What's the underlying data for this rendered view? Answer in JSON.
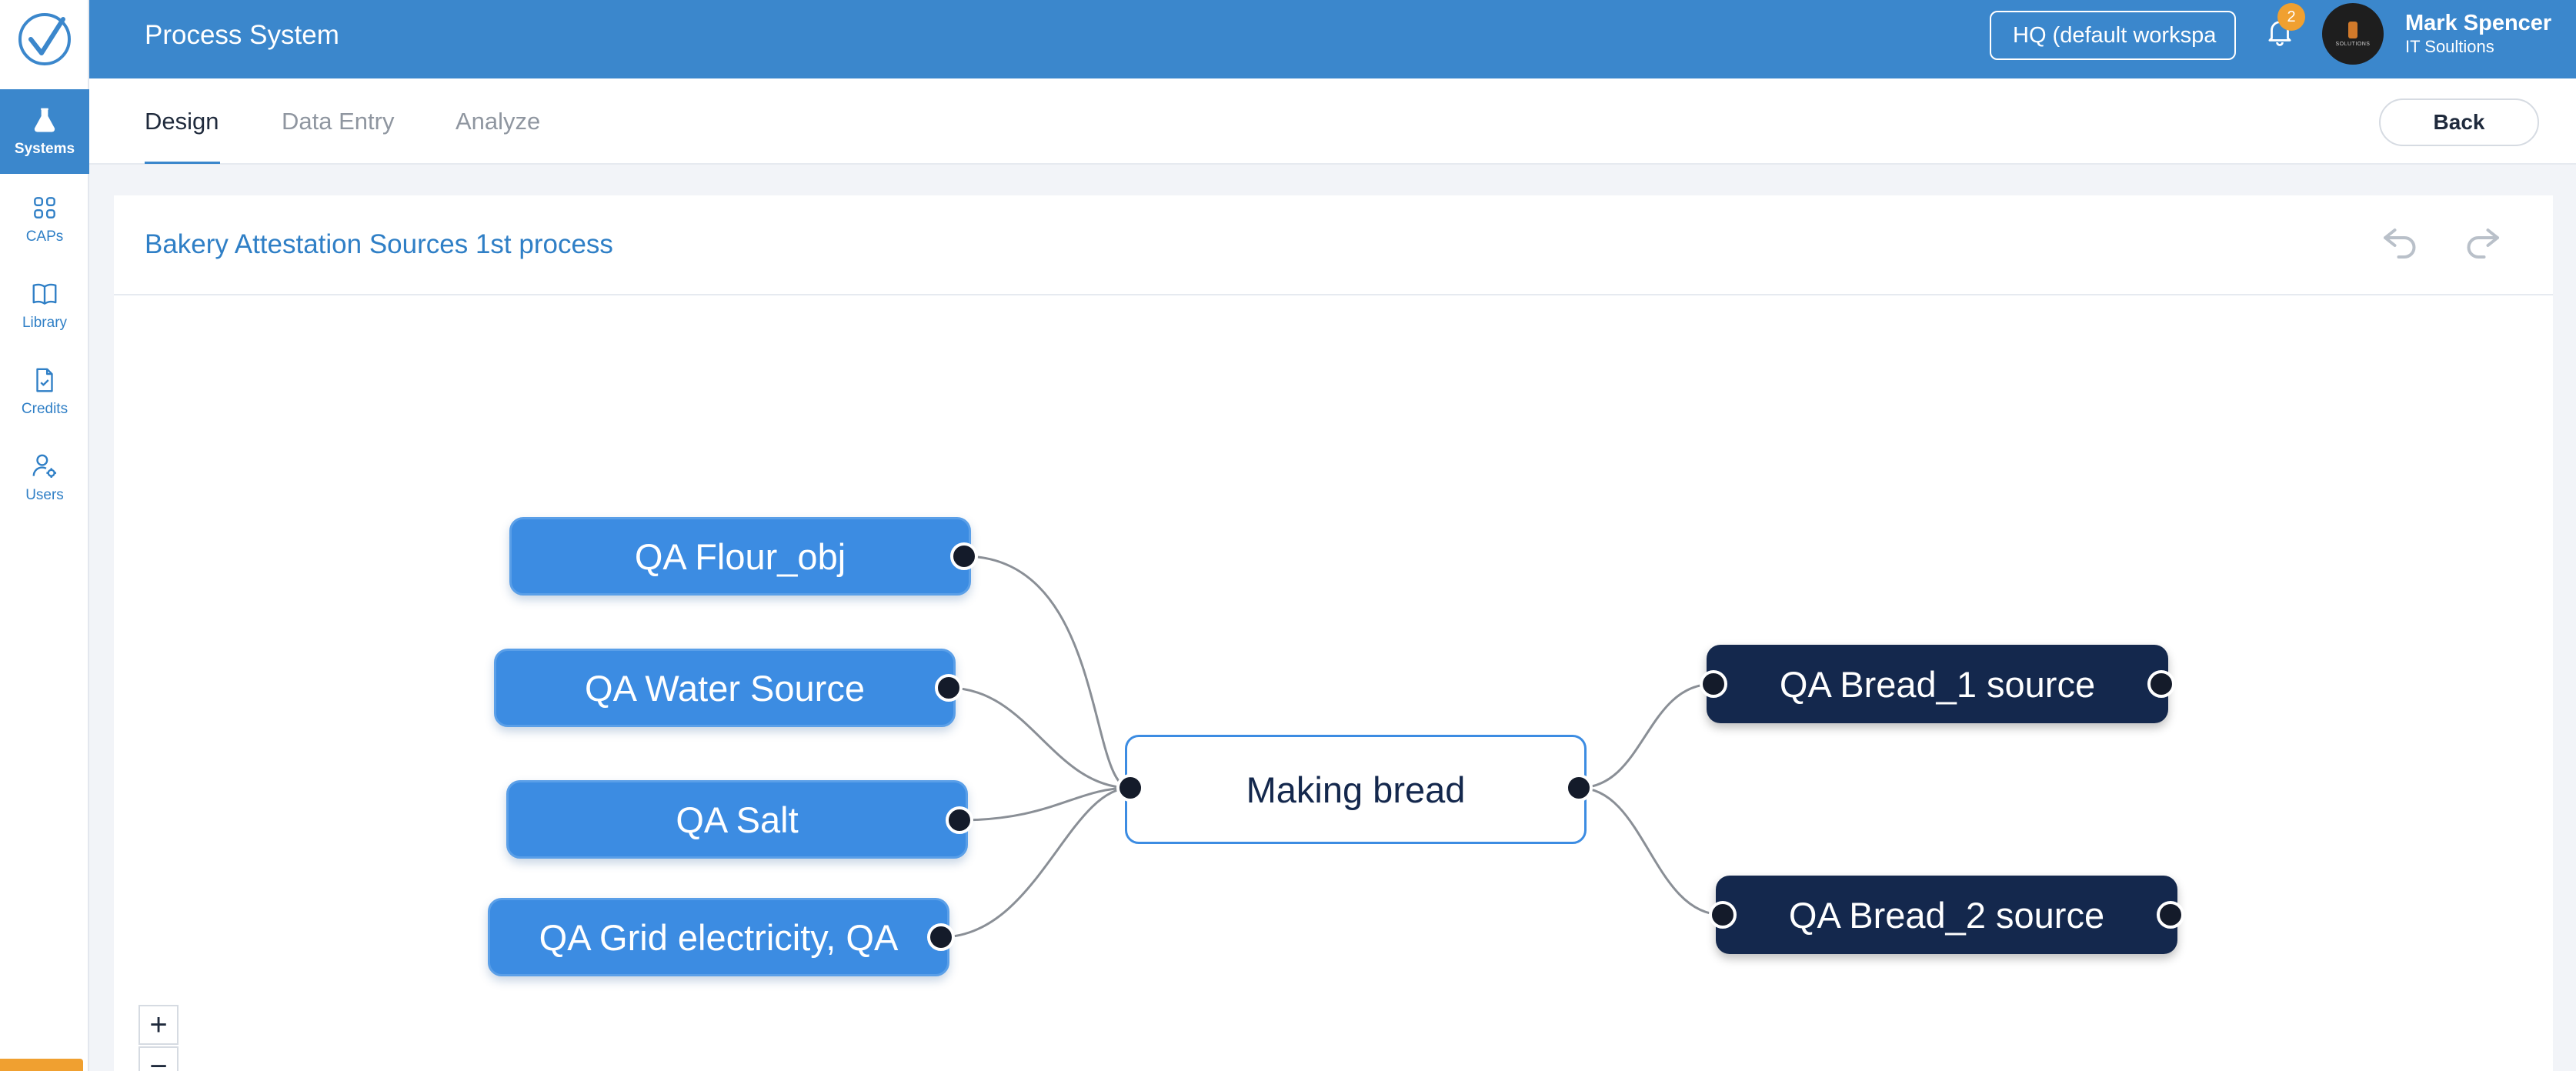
{
  "app": {
    "title": "Process System"
  },
  "sidebar": {
    "items": [
      {
        "label": "Systems",
        "icon": "flask-icon",
        "active": true
      },
      {
        "label": "CAPs",
        "icon": "grid-icon"
      },
      {
        "label": "Library",
        "icon": "book-icon"
      },
      {
        "label": "Credits",
        "icon": "document-check-icon"
      },
      {
        "label": "Users",
        "icon": "user-gear-icon"
      }
    ]
  },
  "header": {
    "workspace": "HQ (default workspa",
    "notifications_count": "2",
    "user": {
      "name": "Mark Spencer",
      "org": "IT Soultions"
    }
  },
  "tabs": [
    {
      "label": "Design",
      "active": true
    },
    {
      "label": "Data Entry"
    },
    {
      "label": "Analyze"
    }
  ],
  "back_label": "Back",
  "process": {
    "title": "Bakery Attestation Sources 1st process",
    "inputs": [
      "QA Flour_obj",
      "QA Water Source",
      "QA Salt",
      "QA Grid electricity, QA"
    ],
    "center": "Making bread",
    "outputs": [
      "QA Bread_1 source",
      "QA Bread_2 source"
    ]
  },
  "zoom": {
    "in": "+",
    "out": "−"
  },
  "colors": {
    "primary": "#3b87cc",
    "input_node": "#3c8ce2",
    "output_node": "#14284d",
    "badge": "#f0a030"
  }
}
